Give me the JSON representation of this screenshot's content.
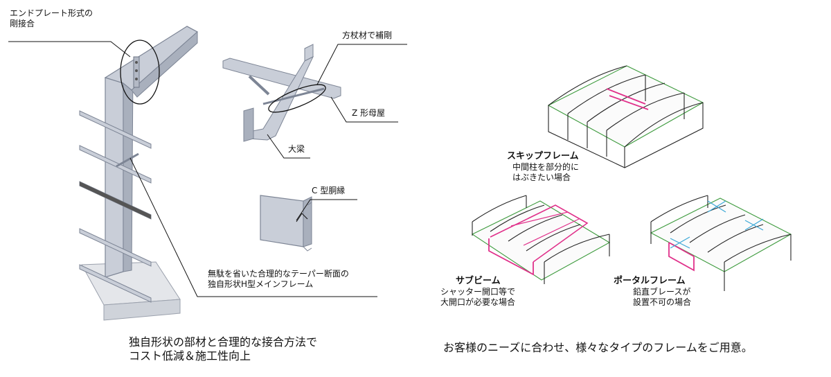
{
  "left_labels": {
    "endplate_l1": "エンドプレート形式の",
    "endplate_l2": "剛接合",
    "square_brace": "方杖材で補剛",
    "z_purlin": "Z 形母屋",
    "main_beam": "大梁",
    "c_girt": "C 型胴縁",
    "hframe_l1": "無駄を省いた合理的なテーパー断面の",
    "hframe_l2": "独自形状H型メインフレーム"
  },
  "left_caption": {
    "line1": "独自形状の部材と合理的な接合方法で",
    "line2": "コスト低減＆施工性向上"
  },
  "right_labels": {
    "skip_title": "スキップフレーム",
    "skip_l1": "中間柱を部分的に",
    "skip_l2": "はぶきたい場合",
    "sub_title": "サブビーム",
    "sub_l1": "シャッター開口等で",
    "sub_l2": "大開口が必要な場合",
    "portal_title": "ポータルフレーム",
    "portal_l1": "鉛直ブレースが",
    "portal_l2": "設置不可の場合"
  },
  "right_caption": "お客様のニーズに合わせ、様々なタイプのフレームをご用意。",
  "colors": {
    "steel": "#c9ced8",
    "steel_dark": "#8e96a6",
    "highlight": "#e0308a",
    "brace": "#3aa7d6",
    "ground": "#3c9a3c"
  }
}
